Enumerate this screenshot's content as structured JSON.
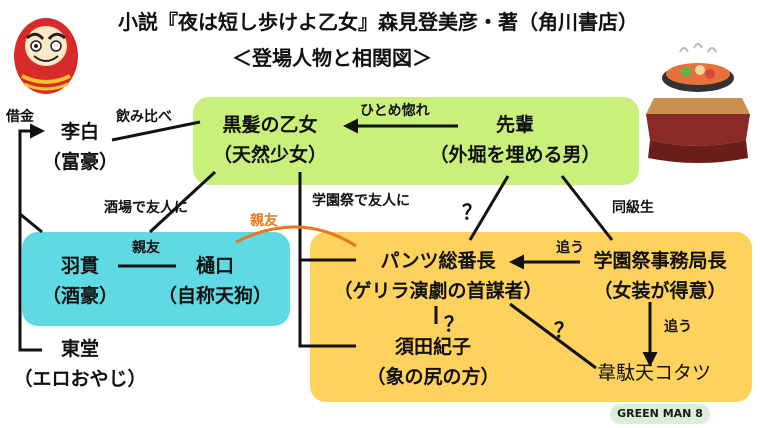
{
  "header": {
    "title": "小説『夜は短し歩けよ乙女』森見登美彦・著（角川書店）",
    "subtitle": "＜登場人物と相関図＞"
  },
  "characters": {
    "kurokami": {
      "line1": "黒髪の乙女",
      "line2": "（天然少女）"
    },
    "senpai": {
      "line1": "先輩",
      "line2": "（外堀を埋める男）"
    },
    "rihaku": {
      "line1": "李白",
      "line2": "（富豪）"
    },
    "hanuki": {
      "line1": "羽貫",
      "line2": "（酒豪）"
    },
    "higuchi": {
      "line1": "樋口",
      "line2": "（自称天狗）"
    },
    "pants": {
      "line1": "パンツ総番長",
      "line2": "（ゲリラ演劇の首謀者）"
    },
    "sudakiko": {
      "line1": "須田紀子",
      "line2": "（象の尻の方）"
    },
    "jimukyokucho": {
      "line1": "学園祭事務局長",
      "line2": "（女装が得意）"
    },
    "idaten": {
      "line1": "韋駄天コタツ"
    },
    "todo": {
      "line1": "東堂",
      "line2": "（エロおやじ）"
    }
  },
  "relations": {
    "shakkin": "借金",
    "nomikurabe": "飲み比べ",
    "hitomebore": "ひとめ惚れ",
    "sakaba": "酒場で友人に",
    "gakuensai": "学園祭で友人に",
    "doukyusei": "同級生",
    "shinyu_hanuki": "親友",
    "shinyu_orange": "親友",
    "ou_pants": "追う",
    "ou_idaten": "追う",
    "q1": "？",
    "q2": "？",
    "q3": "？"
  },
  "badge": "GREEN MAN 8",
  "colors": {
    "green_box": "#c9f07a",
    "cyan_box": "#5fd9e3",
    "yellow_box": "#fed25c",
    "orange_accent": "#e8791e"
  },
  "icons": [
    "daruma-icon",
    "kotatsu-nabe-icon"
  ]
}
